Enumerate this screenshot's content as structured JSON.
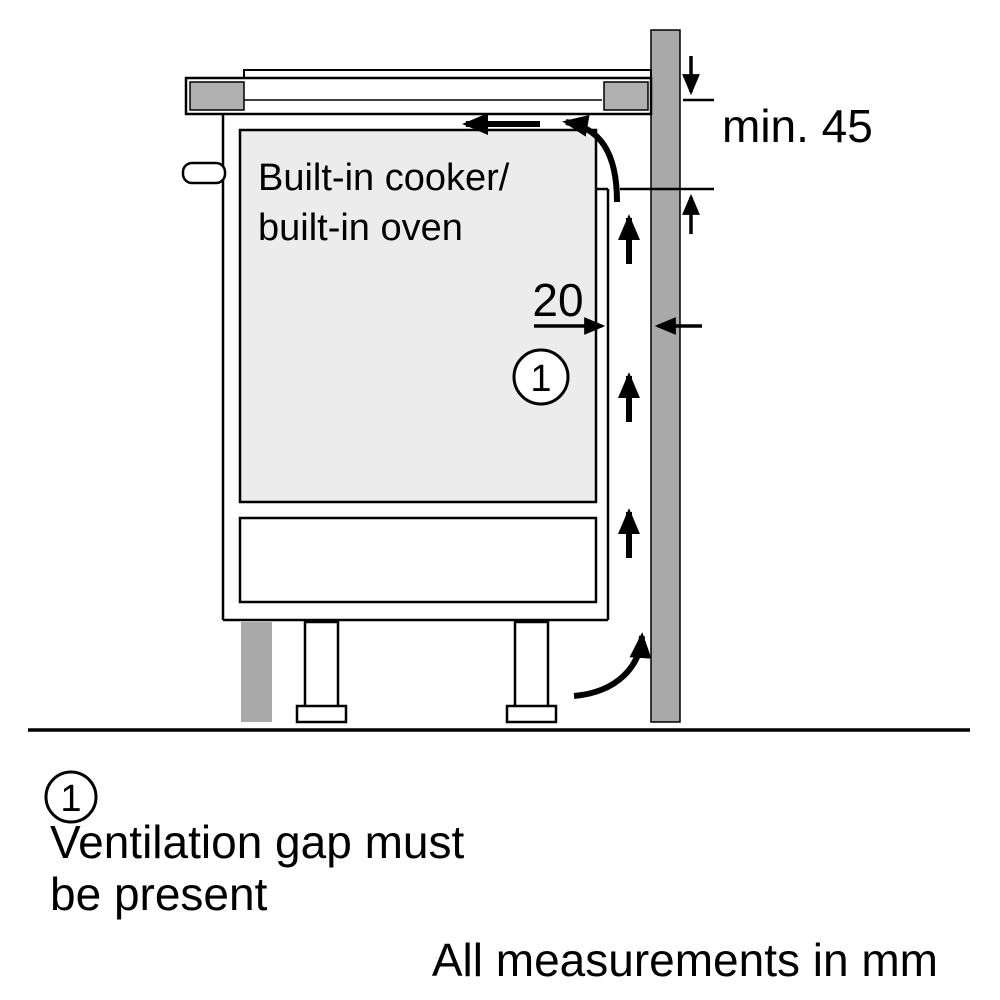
{
  "diagram": {
    "oven_label_line1": "Built-in cooker/",
    "oven_label_line2": "built-in oven",
    "dim_top": "min. 45",
    "dim_gap": "20",
    "callout": "1"
  },
  "legend": {
    "number": "1",
    "line1": "Ventilation gap must",
    "line2": "be present"
  },
  "footer": {
    "note": "All measurements in mm"
  },
  "colors": {
    "line": "#000000",
    "background": "#ffffff",
    "wall_fill": "#a9a9a9",
    "plinth_fill": "#a9a9a9",
    "oven_fill": "#ececec",
    "cap_fill": "#b0b0b0"
  }
}
